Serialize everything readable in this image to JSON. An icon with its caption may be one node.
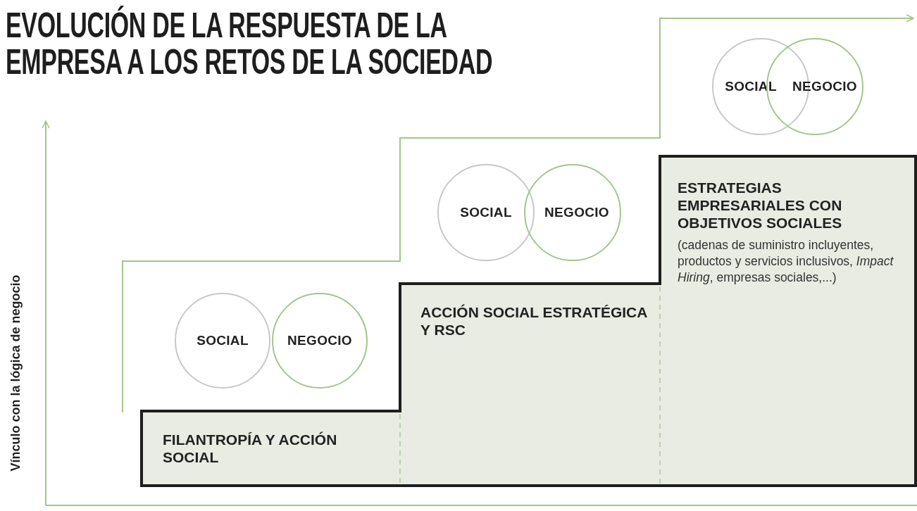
{
  "diagram": {
    "title": "EVOLUCIÓN DE LA RESPUESTA DE LA EMPRESA A LOS RETOS DE LA SOCIEDAD",
    "nodes": [
      {
        "text": [
          "SOCIAL"
        ]
      },
      {
        "text": [
          "NEGOCIO"
        ]
      },
      {
        "text": [
          "FILANTROPÍA Y ACCIÓN SOCIAL"
        ]
      },
      {
        "text": [
          "SOCIAL"
        ]
      },
      {
        "text": [
          "NEGOCIO"
        ]
      },
      {
        "text": [
          "ACCIÓN SOCIAL ESTRATÉGICA Y RSC"
        ]
      },
      {
        "text": [
          "SOCIAL"
        ]
      },
      {
        "text": [
          "NEGOCIO"
        ]
      },
      {
        "text": [
          "ESTRATEGIAS EMPRESARIALES CON OBJETIVOS SOCIALES",
          "(cadenas de suministro incluyentes, productos y servicios inclusivos, *Impact Hiring*, empresas sociales,...)"
        ]
      }
    ],
    "labels": [
      "Vínculo con la lógica de negocio"
    ]
  }
}
